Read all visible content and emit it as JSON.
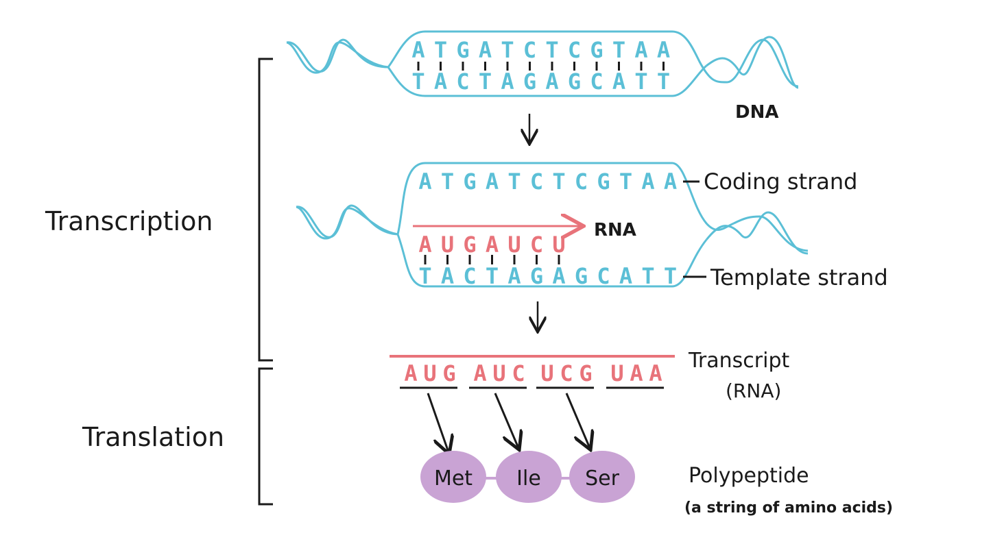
{
  "colors": {
    "dna": "#5bbfd6",
    "rna": "#e8737a",
    "ink": "#1a1a1a",
    "amino": "#c9a3d4"
  },
  "labels": {
    "transcription": "Transcription",
    "translation": "Translation",
    "dna": "DNA",
    "coding_strand": "Coding strand",
    "rna": "RNA",
    "template_strand": "Template strand",
    "transcript_line1": "Transcript",
    "transcript_line2": "(RNA)",
    "polypeptide": "Polypeptide",
    "polypeptide_note": "(a string of amino acids)"
  },
  "dna_top": {
    "coding_seq": [
      "A",
      "T",
      "G",
      "A",
      "T",
      "C",
      "T",
      "C",
      "G",
      "T",
      "A",
      "A"
    ],
    "template_seq": [
      "T",
      "A",
      "C",
      "T",
      "A",
      "G",
      "A",
      "G",
      "C",
      "A",
      "T",
      "T"
    ]
  },
  "dna_open": {
    "coding_seq": [
      "A",
      "T",
      "G",
      "A",
      "T",
      "C",
      "T",
      "C",
      "G",
      "T",
      "A",
      "A"
    ],
    "rna_seq": [
      "A",
      "U",
      "G",
      "A",
      "U",
      "C",
      "U"
    ],
    "template_seq": [
      "T",
      "A",
      "C",
      "T",
      "A",
      "G",
      "A",
      "G",
      "C",
      "A",
      "T",
      "T"
    ]
  },
  "transcript": {
    "codons": [
      "AUG",
      "AUC",
      "UCG",
      "UAA"
    ]
  },
  "amino_acids": [
    "Met",
    "Ile",
    "Ser"
  ]
}
